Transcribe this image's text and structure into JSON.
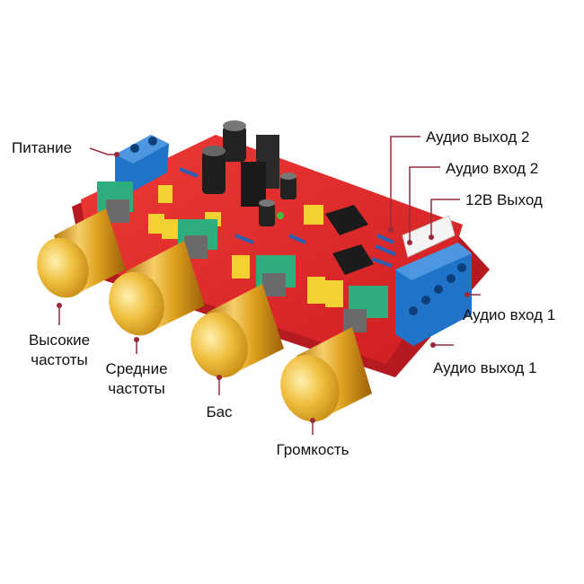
{
  "labels": {
    "power": "Питание",
    "audio_out_2": "Аудио выход 2",
    "audio_in_2": "Аудио вход 2",
    "out_12v": "12В Выход",
    "audio_in_1": "Аудио вход 1",
    "audio_out_1": "Аудио выход 1",
    "treble_1": "Высокие",
    "treble_2": "частоты",
    "mid_1": "Средние",
    "mid_2": "частоты",
    "bass": "Бас",
    "volume": "Громкость"
  },
  "colors": {
    "board": "#e3262b",
    "board_dark": "#b51a20",
    "terminal": "#1f73c9",
    "knob": "#e0a21e",
    "knob_light": "#f6cf6a",
    "pot_green": "#2fae7d",
    "cap_yellow": "#f2d233",
    "leader": "#9a2a3a"
  }
}
